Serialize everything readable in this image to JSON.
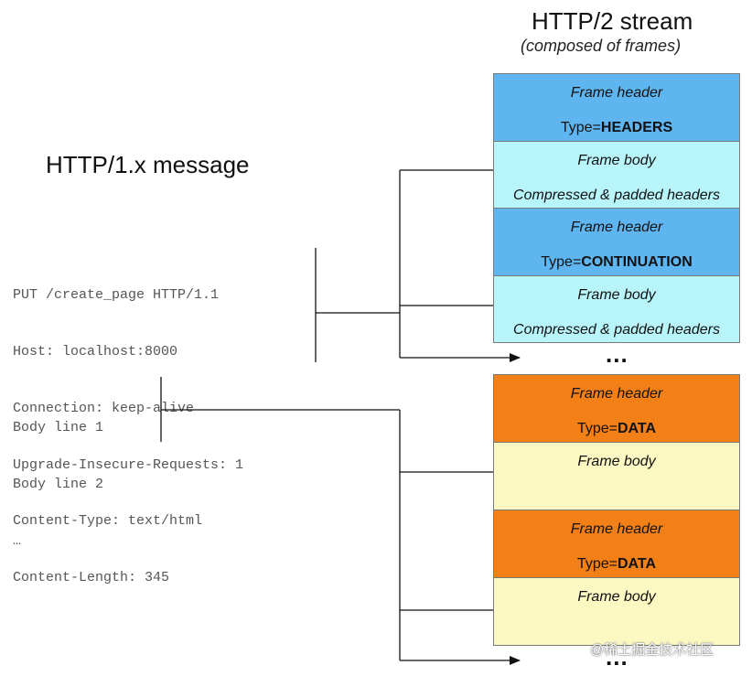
{
  "stream_title": "HTTP/2 stream",
  "stream_subtitle": "(composed of frames)",
  "message_title": "HTTP/1.x message",
  "headers_lines": [
    "PUT /create_page HTTP/1.1",
    "Host: localhost:8000",
    "Connection: keep-alive",
    "Upgrade-Insecure-Requests: 1",
    "Content-Type: text/html",
    "Content-Length: 345"
  ],
  "body_lines": [
    "Body line 1",
    "Body line 2",
    "…"
  ],
  "frames": [
    {
      "line1": "Frame header",
      "type_prefix": "Type=",
      "type_value": "HEADERS",
      "color": "#5eb5f0"
    },
    {
      "line1": "Frame body",
      "line2": "Compressed & padded headers",
      "color": "#b7f5fa"
    },
    {
      "line1": "Frame header",
      "type_prefix": "Type=",
      "type_value": "CONTINUATION",
      "color": "#5eb5f0"
    },
    {
      "line1": "Frame body",
      "line2": "Compressed & padded headers",
      "color": "#b7f5fa"
    },
    {
      "line1": "Frame header",
      "type_prefix": "Type=",
      "type_value": "DATA",
      "color": "#f28016"
    },
    {
      "line1": "Frame body",
      "color": "#fbf8c2"
    },
    {
      "line1": "Frame header",
      "type_prefix": "Type=",
      "type_value": "DATA",
      "color": "#f28016"
    },
    {
      "line1": "Frame body",
      "color": "#fbf8c2"
    }
  ],
  "ellipsis": "...",
  "watermark": "@稀土掘金技术社区"
}
